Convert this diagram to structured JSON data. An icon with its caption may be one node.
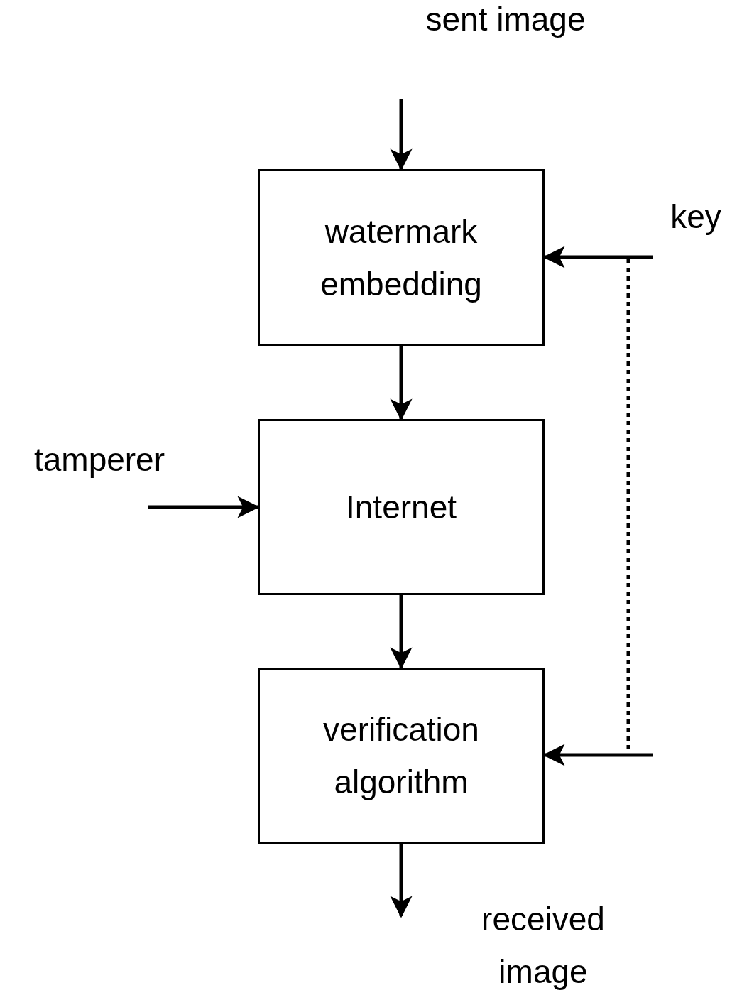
{
  "diagram": {
    "nodes": [
      {
        "text": [
          "watermark embedding"
        ]
      },
      {
        "text": [
          "Internet"
        ]
      },
      {
        "text": [
          "verification algorithm"
        ]
      }
    ],
    "edges": [
      {
        "from": null,
        "to": 0,
        "arrow": "to"
      },
      {
        "from": null,
        "to": 0,
        "arrow": "to"
      },
      {
        "from": 0,
        "to": 1,
        "arrow": "to"
      },
      {
        "from": null,
        "to": 1,
        "arrow": "to"
      },
      {
        "from": 1,
        "to": 2,
        "arrow": "to"
      },
      {
        "from": null,
        "to": 2,
        "arrow": "to"
      },
      {
        "from": 2,
        "to": null,
        "arrow": "to"
      }
    ],
    "labels": [
      "sent image",
      "key",
      "tamperer",
      "received image"
    ]
  }
}
